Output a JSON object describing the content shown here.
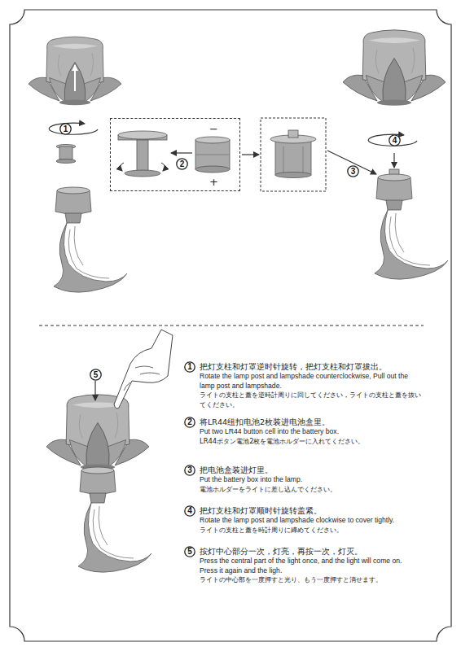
{
  "diagram": {
    "nodes": [
      {
        "text": [
          "1"
        ]
      },
      {
        "text": [
          "−",
          "+"
        ]
      },
      {
        "text": [
          "2"
        ],
        "in": 1
      },
      {
        "text": [
          "3"
        ]
      },
      {
        "text": [
          "4"
        ]
      },
      {
        "text": [
          "5"
        ]
      },
      {
        "text": [
          "1"
        ]
      },
      {
        "text": [
          "2"
        ]
      },
      {
        "text": [
          "3"
        ]
      },
      {
        "text": [
          "4"
        ]
      },
      {
        "text": [
          "5"
        ]
      }
    ],
    "labels": [
      "把灯支柱和灯罩逆时针旋转，把灯支柱和灯罩拔出。",
      "Rotate the lamp post and lampshade counterclockwise, Pull out the lamp post and lampshade.",
      "ライトの支柱と蓋を逆時計周りに回してください，ライトの支柱と蓋を抜いてください。",
      "将LR44纽扣电池2枚装进电池盒里。",
      "Put two LR44 button cell into the battery box.",
      "LR44ボタン電池2枚を電池ホルダーに入れてください。",
      "把电池盒装进灯里。",
      "Put the battery box into the lamp.",
      "電池ホルダーをライトに差し込んでください。",
      "把灯支柱和灯罩顺时针旋转盖紧。",
      "Rotate the lamp post and lampshade clockwise to cover tightly.",
      "ライトの支柱と蓋を時計周りに締めてください。",
      "按灯中心部分一次，灯亮，再按一次，灯灭。",
      "Press the central part of the light once, and the light will come on. Press it again and the ligh.",
      "ライトの中心部を一度押すと光り、もう一度押すと消せます。"
    ]
  }
}
